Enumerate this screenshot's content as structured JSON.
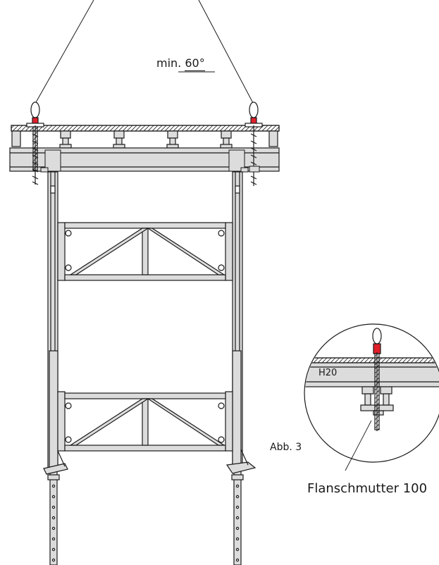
{
  "labels": {
    "angle_prefix": "min.",
    "angle_value": "60°",
    "figure_ref": "Abb. 3",
    "nut": "Flanschmutter 100",
    "beam": "H20"
  },
  "colors": {
    "steel_fill": "#dcdcdc",
    "line": "#1a1a1a",
    "lifting_clamp": "#e0202a",
    "background": "#ffffff"
  }
}
